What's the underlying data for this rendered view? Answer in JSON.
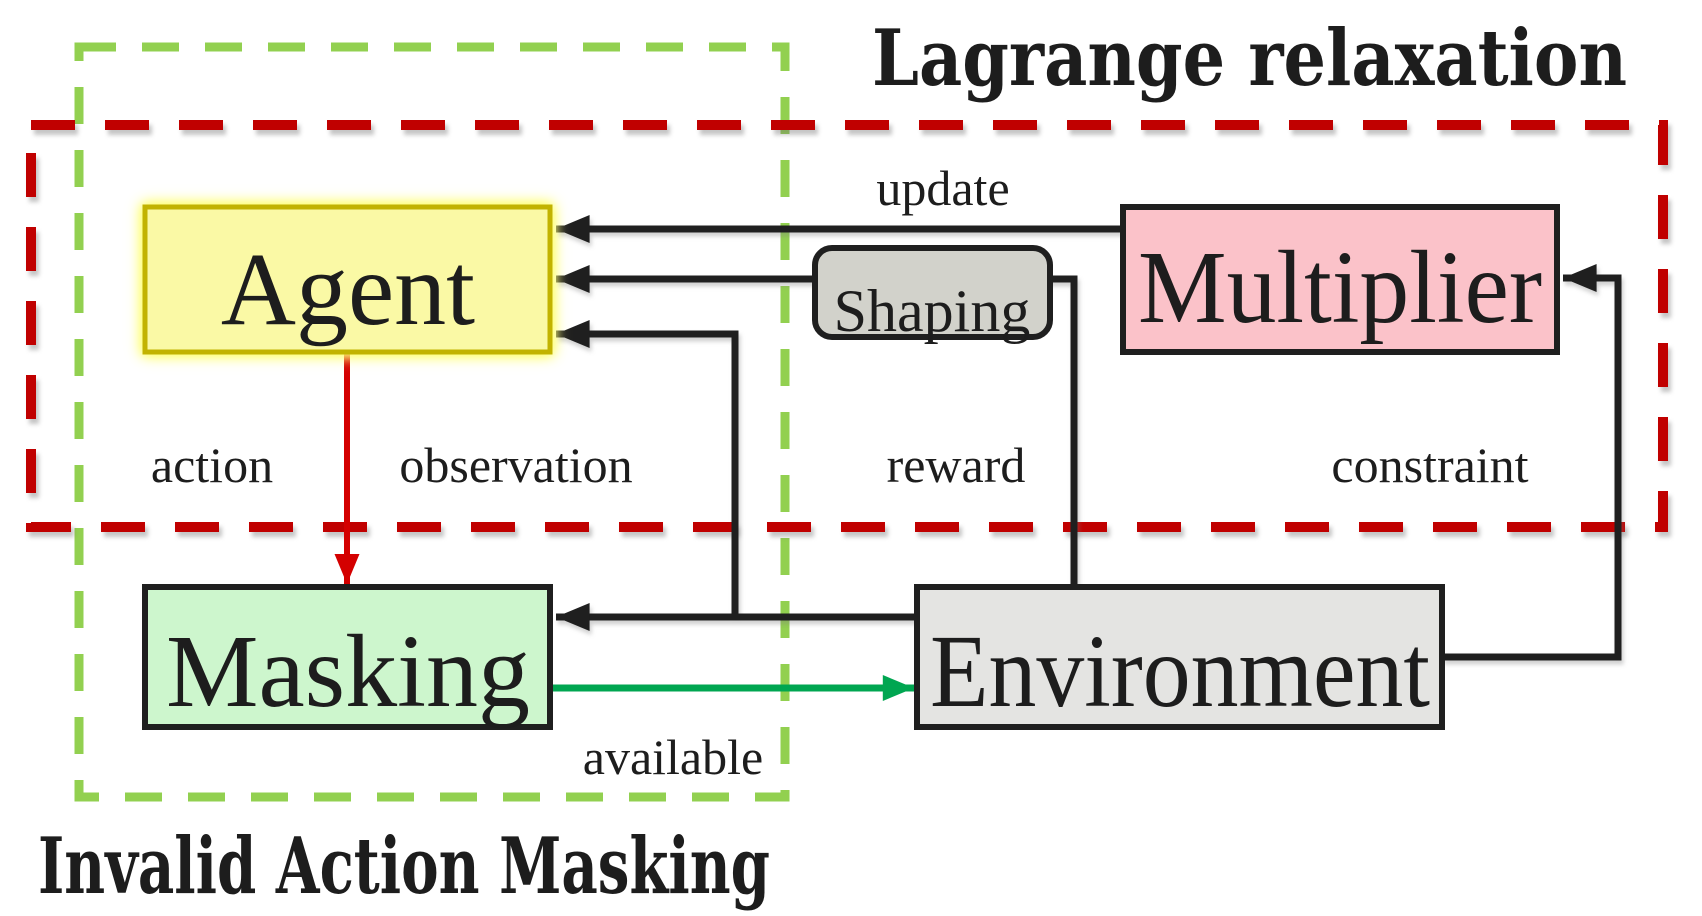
{
  "titles": {
    "lagrange": "Lagrange relaxation",
    "invalid_action_masking": "Invalid Action Masking"
  },
  "boxes": {
    "agent": "Agent",
    "multiplier": "Multiplier",
    "shaping": "Shaping",
    "masking": "Masking",
    "environment": "Environment"
  },
  "labels": {
    "update": "update",
    "action": "action",
    "observation": "observation",
    "reward": "reward",
    "constraint": "constraint",
    "available": "available"
  },
  "colors": {
    "lagrange_dashed_red": "#c00000",
    "lagrange_title_red": "#c00000",
    "masking_dashed_green": "#92d050",
    "invalid_title_green": "#11a24e",
    "agent_fill": "#faf9a5",
    "agent_border": "#c2b300",
    "multiplier_fill": "#fbc2c9",
    "masking_fill": "#cdf6cd",
    "environment_fill": "#e4e4e2",
    "shaping_fill": "#d2d2cb",
    "box_border_black": "#1f1f1f",
    "line_black": "#1f1f1f",
    "action_arrow_red": "#d40000",
    "available_arrow_green": "#00a651",
    "text_black": "#1d1d1d"
  }
}
